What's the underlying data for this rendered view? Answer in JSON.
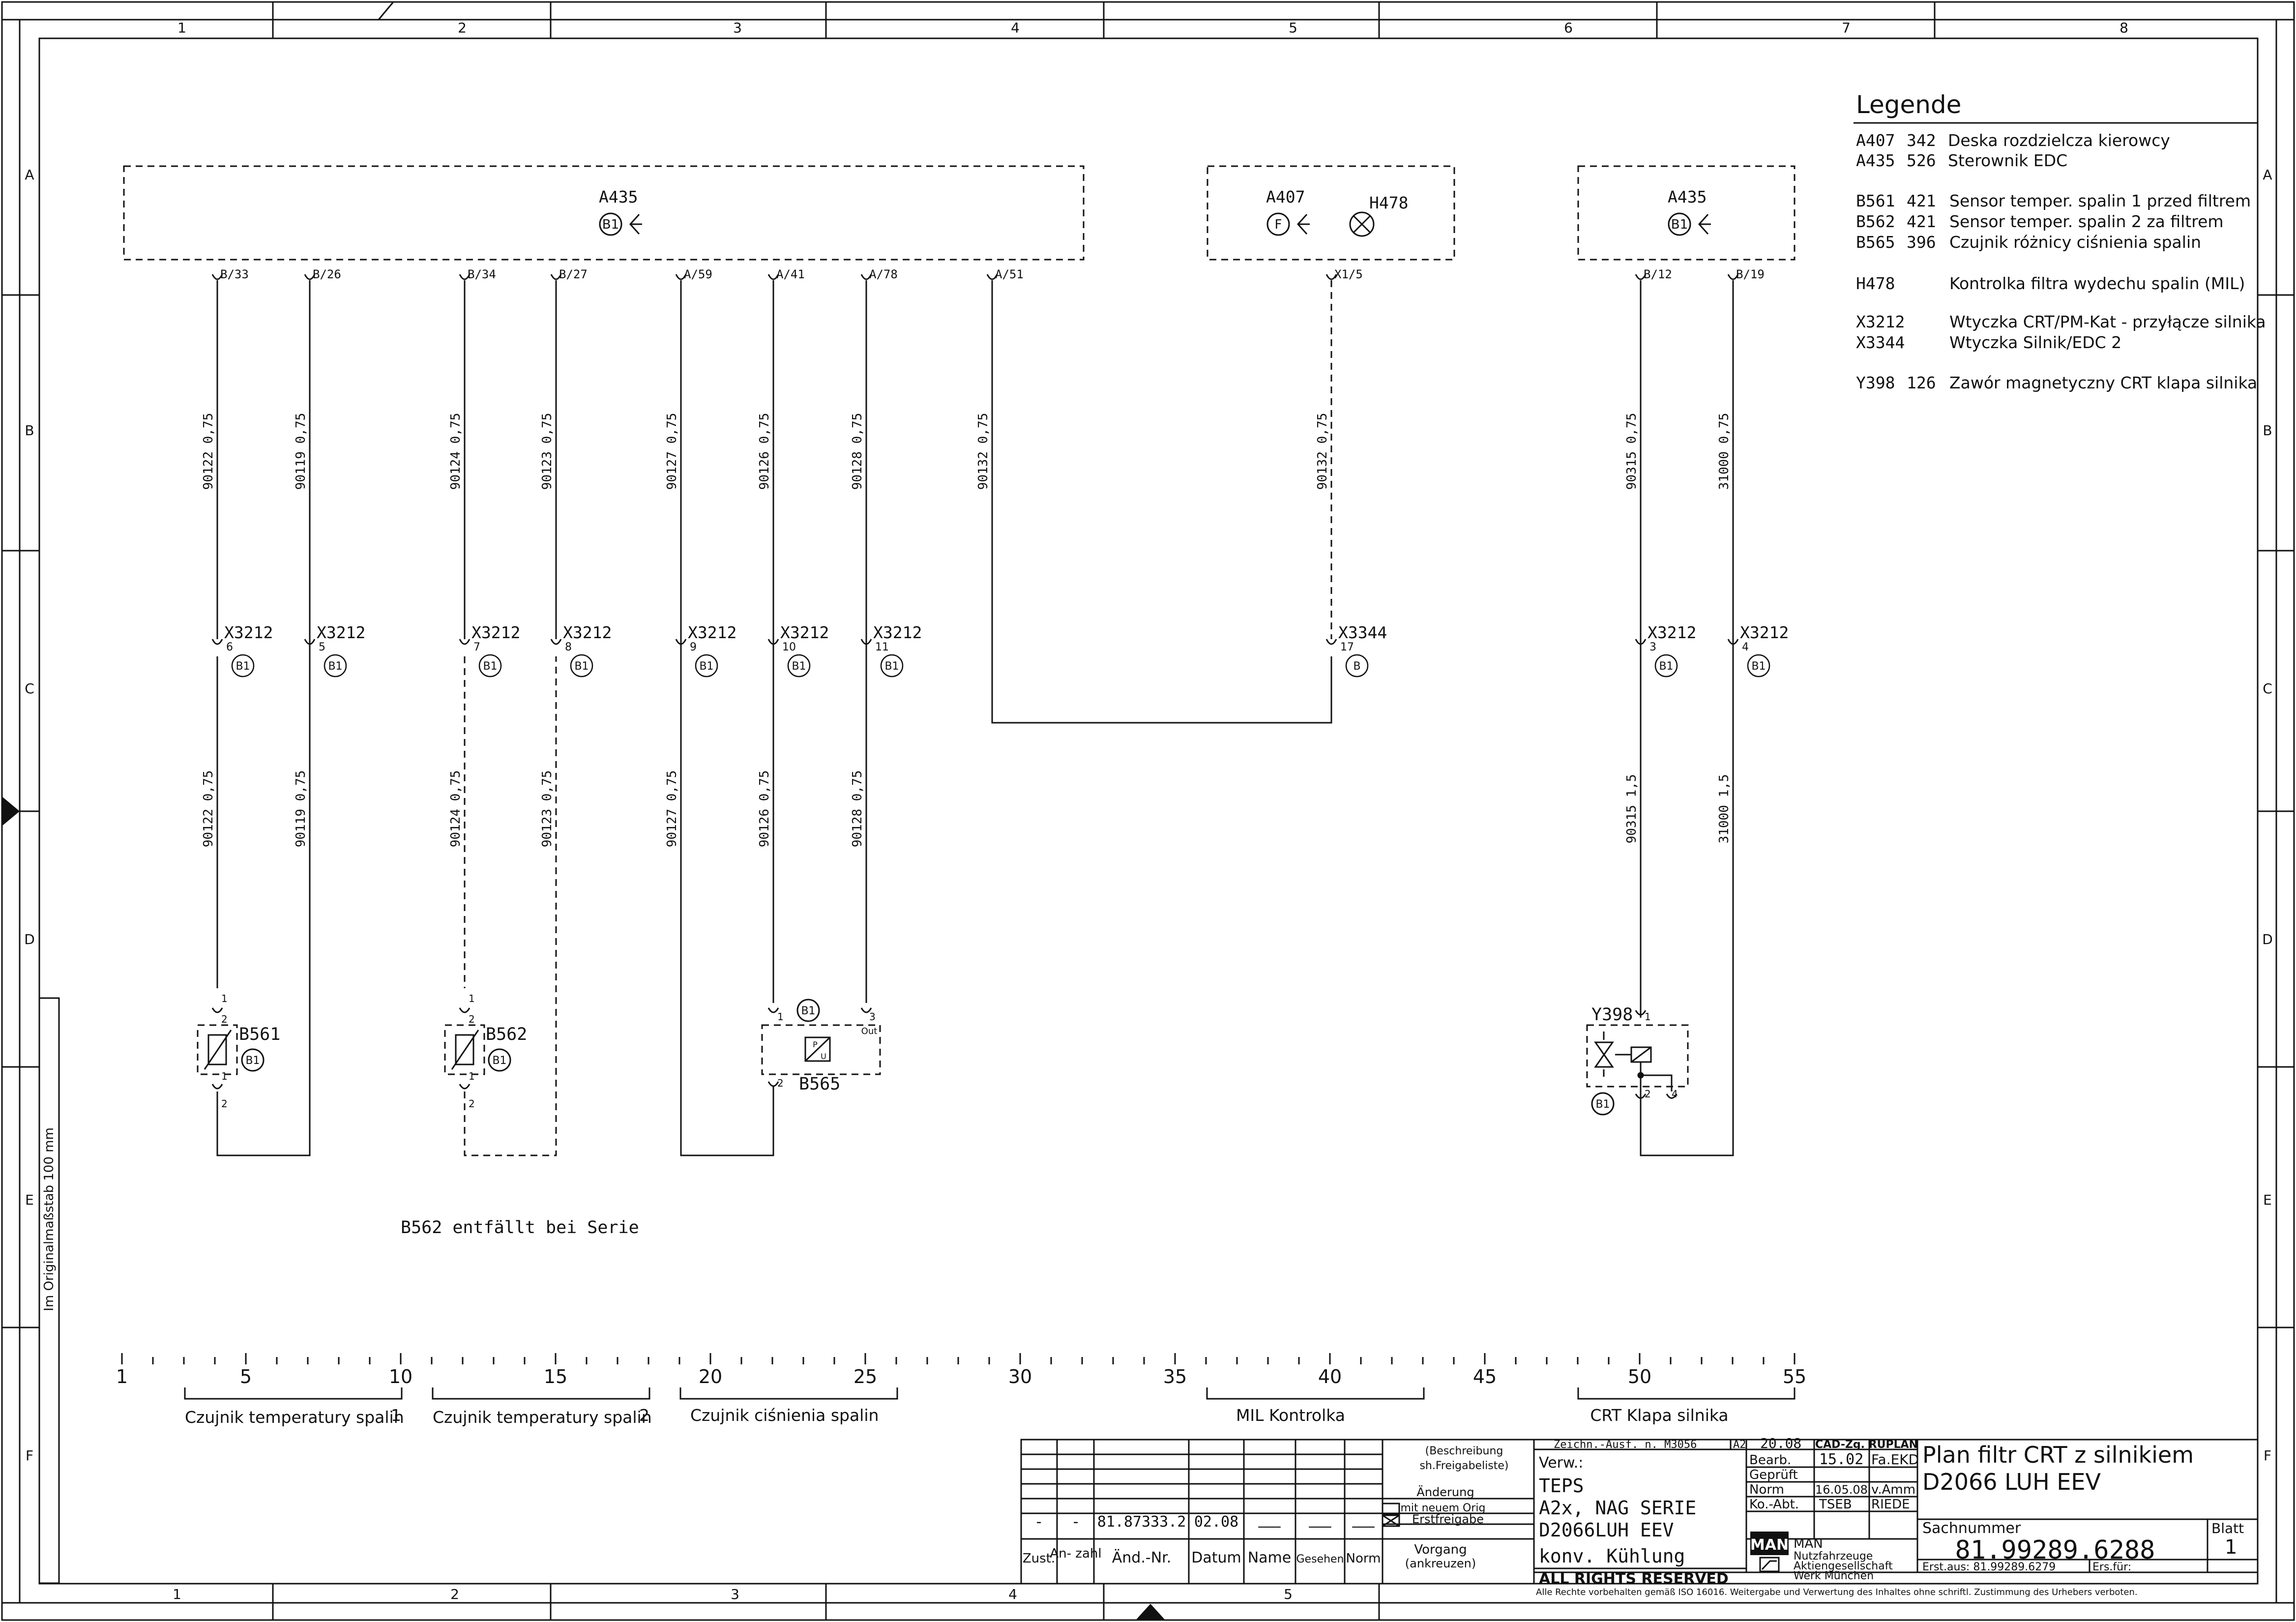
{
  "frame": {
    "columns": [
      "1",
      "2",
      "3",
      "4",
      "5",
      "6",
      "7",
      "8"
    ],
    "rows": [
      "A",
      "B",
      "C",
      "D",
      "E",
      "F"
    ],
    "side_note": "Im Originalmaßstab 100 mm"
  },
  "legend": {
    "title": "Legende",
    "entries": [
      {
        "code": "A407",
        "num": "342",
        "text": "Deska rozdzielcza kierowcy"
      },
      {
        "code": "A435",
        "num": "526",
        "text": "Sterownik  EDC"
      },
      {
        "code": "B561",
        "num": "421",
        "text": "Sensor temper. spalin 1 przed filtrem"
      },
      {
        "code": "B562",
        "num": "421",
        "text": "Sensor temper. spalin 2 za filtrem"
      },
      {
        "code": "B565",
        "num": "396",
        "text": "Czujnik różnicy ciśnienia spalin"
      },
      {
        "code": "H478",
        "num": "",
        "text": "Kontrolka filtra wydechu spalin (MIL)"
      },
      {
        "code": "X3212",
        "num": "",
        "text": "Wtyczka CRT/PM-Kat - przyłącze silnika"
      },
      {
        "code": "X3344",
        "num": "",
        "text": "Wtyczka Silnik/EDC 2"
      },
      {
        "code": "Y398",
        "num": "126",
        "text": "Zawór magnetyczny CRT klapa silnika"
      }
    ]
  },
  "components": {
    "a435_main": {
      "label": "A435",
      "tag": "B1"
    },
    "a407": {
      "label": "A407",
      "tag": "F"
    },
    "h478": {
      "label": "H478"
    },
    "a435_right": {
      "label": "A435",
      "tag": "B1"
    },
    "b561": {
      "label": "B561",
      "tag": "B1"
    },
    "b562": {
      "label": "B562",
      "tag": "B1"
    },
    "b565": {
      "label": "B565",
      "tag": "B1",
      "pin_out": "Out",
      "sensor_top": "P",
      "sensor_bottom": "U"
    },
    "y398": {
      "label": "Y398",
      "tag": "B1"
    },
    "x3344": {
      "label": "X3344",
      "pin": "17",
      "tag": "B"
    },
    "b562_note": "B562 entfällt bei Serie"
  },
  "wires": [
    {
      "pin": "B/33",
      "upper": "90122  0,75",
      "lower": "90122  0,75",
      "connector": "X3212",
      "cpin": "6",
      "tag": "B1"
    },
    {
      "pin": "B/26",
      "upper": "90119  0,75",
      "lower": "90119  0,75",
      "connector": "X3212",
      "cpin": "5",
      "tag": "B1"
    },
    {
      "pin": "B/34",
      "upper": "90124  0,75",
      "lower": "90124  0,75",
      "connector": "X3212",
      "cpin": "7",
      "tag": "B1"
    },
    {
      "pin": "B/27",
      "upper": "90123  0,75",
      "lower": "90123  0,75",
      "connector": "X3212",
      "cpin": "8",
      "tag": "B1"
    },
    {
      "pin": "A/59",
      "upper": "90127  0,75",
      "lower": "90127  0,75",
      "connector": "X3212",
      "cpin": "9",
      "tag": "B1"
    },
    {
      "pin": "A/41",
      "upper": "90126  0,75",
      "lower": "90126  0,75",
      "connector": "X3212",
      "cpin": "10",
      "tag": "B1"
    },
    {
      "pin": "A/78",
      "upper": "90128  0,75",
      "lower": "90128  0,75",
      "connector": "X3212",
      "cpin": "11",
      "tag": "B1"
    },
    {
      "pin": "A/51",
      "upper": "90132  0,75",
      "lower": "",
      "connector": "",
      "cpin": "",
      "tag": ""
    },
    {
      "pin": "X1/5",
      "upper": "90132  0,75",
      "lower": "",
      "connector": "",
      "cpin": "",
      "tag": ""
    },
    {
      "pin": "B/12",
      "upper": "90315  0,75",
      "lower": "90315  1,5",
      "connector": "X3212",
      "cpin": "3",
      "tag": "B1"
    },
    {
      "pin": "B/19",
      "upper": "31000  0,75",
      "lower": "31000  1,5",
      "connector": "X3212",
      "cpin": "4",
      "tag": "B1"
    }
  ],
  "pins": {
    "p1": "1",
    "p2": "2",
    "p3": "3",
    "p4": "4"
  },
  "ruler": {
    "labels": [
      "1",
      "5",
      "10",
      "15",
      "20",
      "25",
      "30",
      "35",
      "40",
      "45",
      "50",
      "55"
    ],
    "groups": [
      {
        "text": "Czujnik temperatury spalin",
        "num": "1"
      },
      {
        "text": "Czujnik temperatury spalin",
        "num": "2"
      },
      {
        "text": "Czujnik ciśnienia spalin",
        "num": ""
      },
      {
        "text": "MIL Kontrolka",
        "num": ""
      },
      {
        "text": "CRT  Klapa silnika",
        "num": ""
      }
    ]
  },
  "title_block": {
    "change_row": {
      "zust": "-",
      "anzahl": "-",
      "aend_nr": "81.87333.2",
      "datum": "02.08",
      "name": "___",
      "gesehen": "___",
      "norm": "___"
    },
    "headers": {
      "zust": "Zust.",
      "anzahl": "An-\nzahl",
      "aend_nr": "Änd.-Nr.",
      "datum": "Datum",
      "name": "Name",
      "gesehen": "Gesehen",
      "norm": "Norm"
    },
    "beschreibung": "(Beschreibung",
    "freigabeliste": "sh.Freigabeliste)",
    "aenderung": "Änderung",
    "mit_neuem": "mit neuem Orig",
    "erstfreigabe": "Erstfreigabe",
    "vorgang1": "Vorgang",
    "vorgang2": "(ankreuzen)",
    "zeichn": "Zeichn.-Ausf. n. M3056",
    "format": "A2",
    "verw": "Verw.:",
    "project_lines": [
      "TEPS",
      "A2x, NAG SERIE",
      "D2066LUH EEV",
      "konv. Kühlung"
    ],
    "rights": "ALL RIGHTS RESERVED",
    "bearb_label": "Bearb.",
    "bearb_date": "15.02",
    "bearb_name": "Fa.EKD",
    "gepr_label": "Geprüft",
    "norm_label": "Norm",
    "norm_date": "16.05.08",
    "norm_name": "v.Amm",
    "ko_label": "Ko.-Abt.",
    "ko_date": "TSEB",
    "ko_name": "RIEDE",
    "date_head": "20.08",
    "cad": "CAD-Zg. RUPLAN",
    "man_logo": "MAN",
    "company1": "MAN",
    "company2": "Nutzfahrzeuge",
    "company3": "Aktiengesellschaft",
    "company4": "Werk München",
    "title1": "Plan filtr CRT z silnikiem",
    "title2": "D2066 LUH EEV",
    "sach_label": "Sachnummer",
    "sach_num": "81.99289.6288",
    "blatt_label": "Blatt",
    "blatt": "1",
    "erst_aus": "Erst.aus: 81.99289.6279",
    "ers_fuer": "Ers.für:",
    "footer_iso": "Alle Rechte vorbehalten gemäß ISO 16016. Weitergabe und Verwertung des Inhaltes ohne schriftl. Zustimmung des Urhebers verboten."
  }
}
